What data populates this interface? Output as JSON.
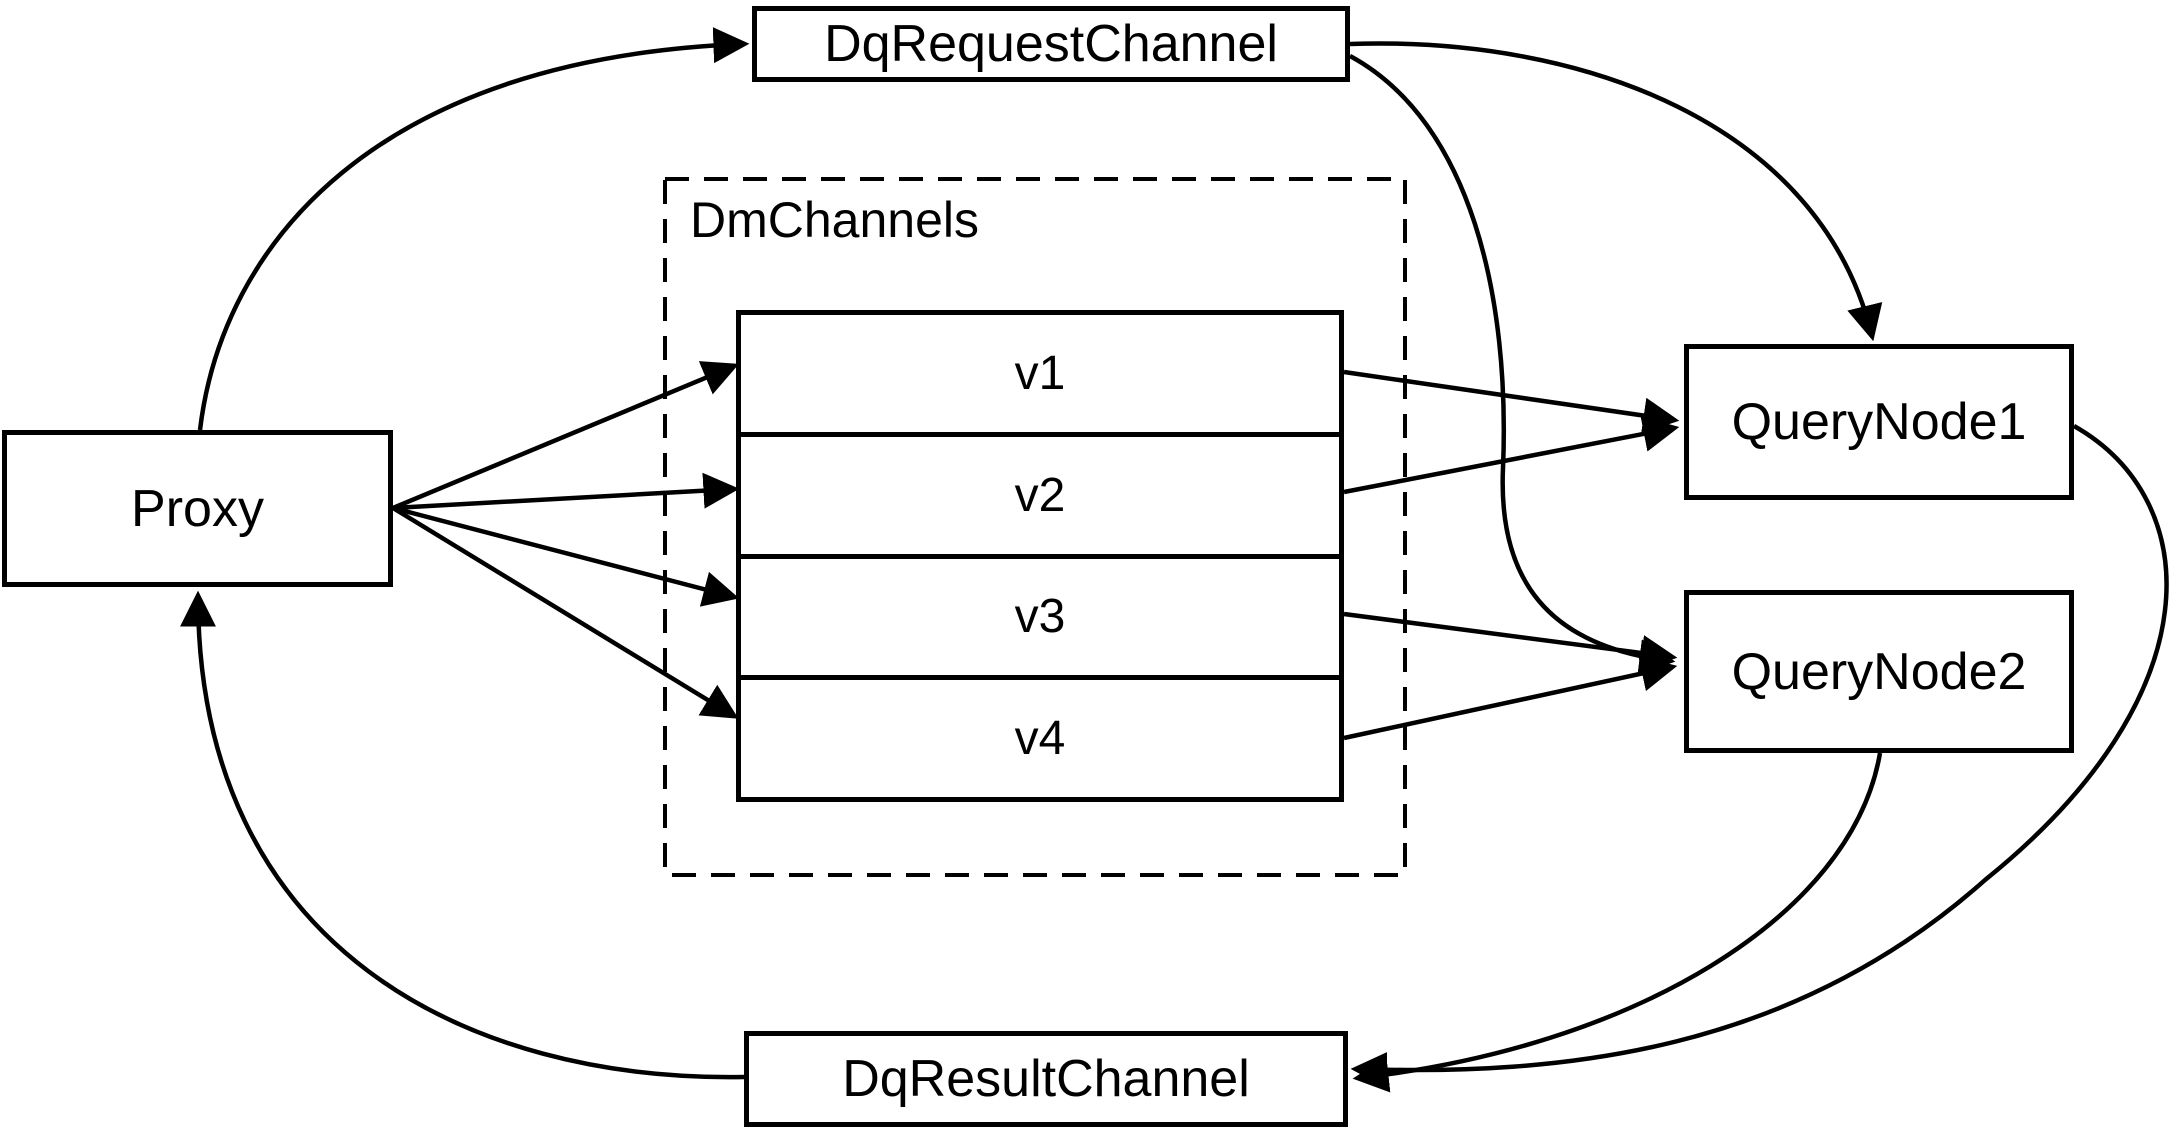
{
  "diagram": {
    "description": "Query channel flow diagram",
    "colors": {
      "stroke": "#000000",
      "background": "#ffffff"
    },
    "nodes": {
      "proxy": {
        "label": "Proxy"
      },
      "dq_request_channel": {
        "label": "DqRequestChannel"
      },
      "dm_channels": {
        "label": "DmChannels",
        "channels": [
          "v1",
          "v2",
          "v3",
          "v4"
        ]
      },
      "query_node_1": {
        "label": "QueryNode1"
      },
      "query_node_2": {
        "label": "QueryNode2"
      },
      "dq_result_channel": {
        "label": "DqResultChannel"
      }
    },
    "edges": [
      {
        "from": "Proxy",
        "to": "DqRequestChannel"
      },
      {
        "from": "DqRequestChannel",
        "to": "QueryNode1"
      },
      {
        "from": "DqRequestChannel",
        "to": "QueryNode2"
      },
      {
        "from": "Proxy",
        "to": "v1"
      },
      {
        "from": "Proxy",
        "to": "v2"
      },
      {
        "from": "Proxy",
        "to": "v3"
      },
      {
        "from": "Proxy",
        "to": "v4"
      },
      {
        "from": "v1",
        "to": "QueryNode1"
      },
      {
        "from": "v2",
        "to": "QueryNode1"
      },
      {
        "from": "v3",
        "to": "QueryNode2"
      },
      {
        "from": "v4",
        "to": "QueryNode2"
      },
      {
        "from": "QueryNode1",
        "to": "DqResultChannel"
      },
      {
        "from": "QueryNode2",
        "to": "DqResultChannel"
      },
      {
        "from": "DqResultChannel",
        "to": "Proxy"
      }
    ]
  }
}
